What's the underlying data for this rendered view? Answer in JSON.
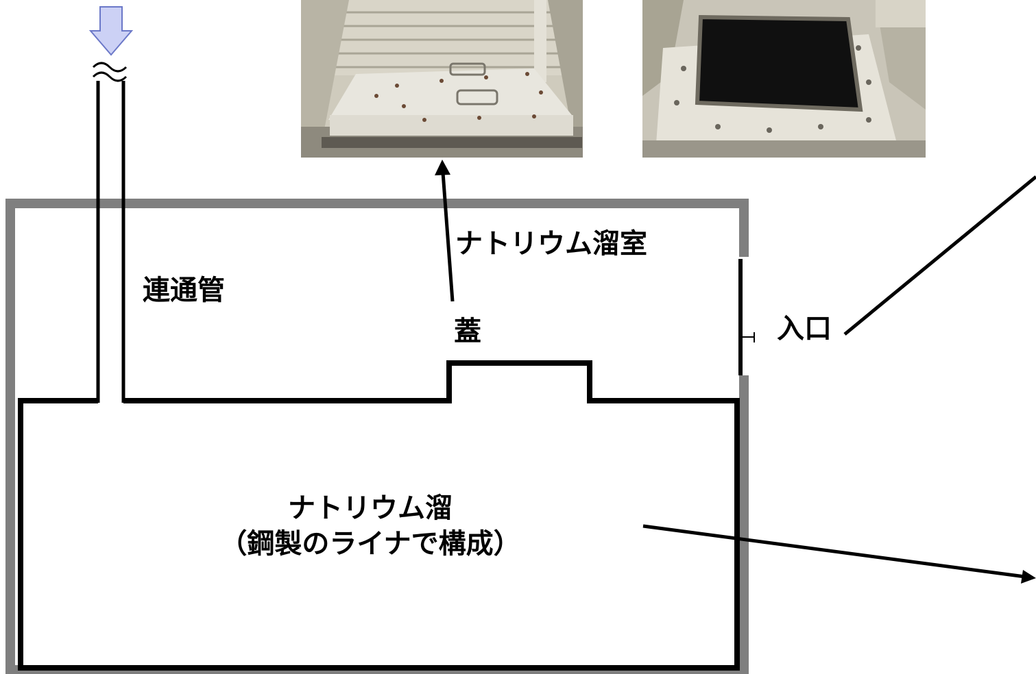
{
  "labels": {
    "connecting_pipe": "連通管",
    "sodium_room": "ナトリウム溜室",
    "lid": "蓋",
    "entrance": "入口",
    "sodium_pit": "ナトリウム溜",
    "sodium_pit_note": "（鋼製のライナで構成）"
  },
  "colors": {
    "outer_wall": "#7f7f7f",
    "liner": "#000000",
    "flow_arrow_fill": "#ccd1f5",
    "flow_arrow_stroke": "#6b78c8"
  },
  "icons": {
    "flow_arrow": "down-arrow-icon",
    "break": "wavy-break-icon"
  },
  "photos": [
    {
      "name": "lid-photo",
      "subject": "bolted steel lid on floor"
    },
    {
      "name": "hatch-photo",
      "subject": "open square hatch frame"
    }
  ]
}
